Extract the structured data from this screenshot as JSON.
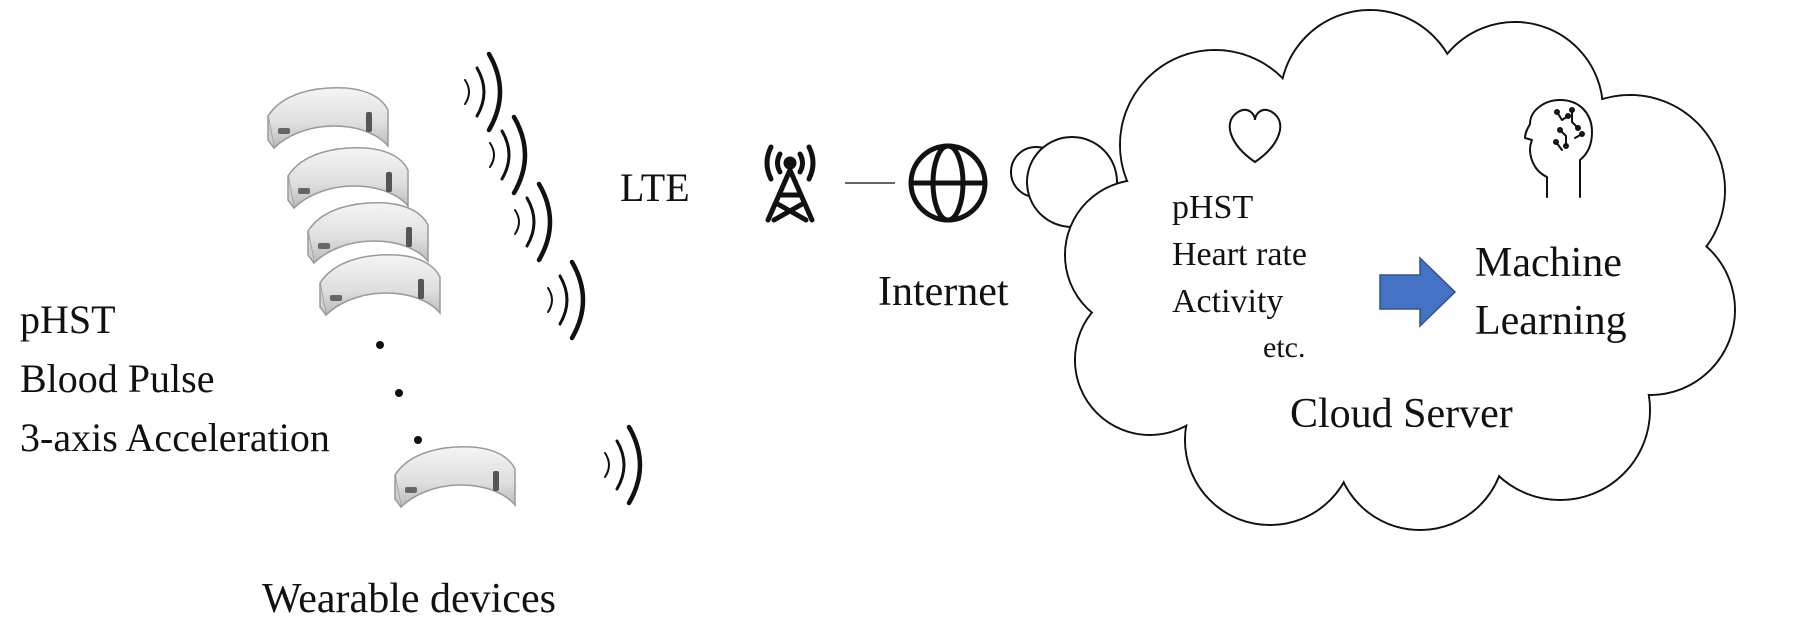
{
  "sensors": {
    "line1": "pHST",
    "line2": "Blood Pulse",
    "line3": "3-axis Acceleration"
  },
  "devices_label": "Wearable devices",
  "lte_label": "LTE",
  "internet_label": "Internet",
  "cloud": {
    "metrics": [
      "pHST",
      "Heart rate",
      "Activity",
      "etc."
    ],
    "ml_line1": "Machine",
    "ml_line2": "Learning",
    "server_label": "Cloud Server"
  },
  "colors": {
    "ink": "#111111",
    "arrow": "#4472c4",
    "device_body": "#e4e4e4"
  },
  "icons": [
    "wearable-device-icon",
    "wireless-signal-icon",
    "antenna-tower-icon",
    "globe-icon",
    "heart-icon",
    "brain-head-icon"
  ]
}
